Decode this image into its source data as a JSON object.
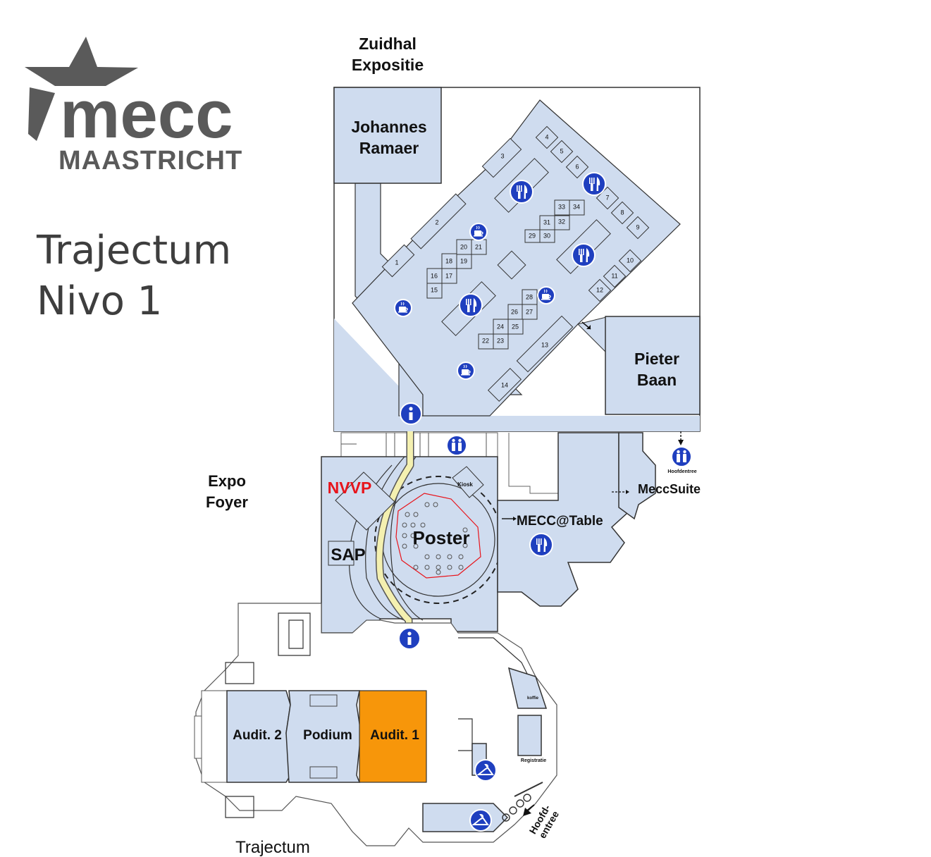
{
  "logo": {
    "brand": "mecc",
    "city": "MAASTRICHT"
  },
  "heading": {
    "line1": "Trajectum",
    "line2": "Nivo 1"
  },
  "areas": {
    "zuidhal": {
      "line1": "Zuidhal",
      "line2": "Expositie"
    },
    "johannes": {
      "line1": "Johannes",
      "line2": "Ramaer"
    },
    "pieter": {
      "line1": "Pieter",
      "line2": "Baan"
    },
    "expo_foyer": {
      "line1": "Expo",
      "line2": "Foyer"
    },
    "nvvp": "NVVP",
    "kiosk": "Kiosk",
    "sap": "SAP",
    "poster": "Poster",
    "mecc_table": "MECC@Table",
    "mecc_suite": "MeccSuite",
    "hoofdentree_small": "Hoofdentree",
    "audit2": "Audit. 2",
    "podium": "Podium",
    "audit1": "Audit. 1",
    "kofie": "koffie",
    "registratie": "Registratie",
    "hoofd_entree": {
      "line1": "Hoofd-",
      "line2": "entree"
    },
    "trajectum_bottom": "Trajectum"
  },
  "booths": [
    "1",
    "2",
    "3",
    "4",
    "5",
    "6",
    "7",
    "8",
    "9",
    "10",
    "11",
    "12",
    "13",
    "14",
    "15",
    "16",
    "17",
    "18",
    "19",
    "20",
    "21",
    "22",
    "23",
    "24",
    "25",
    "26",
    "27",
    "28",
    "29",
    "30",
    "31",
    "32",
    "33",
    "34"
  ],
  "colors": {
    "room": "#cfdcef",
    "highlight": "#f7960a",
    "nvvp": "#e8141b",
    "icon": "#1f3fbf",
    "route": "#f4f0b0",
    "logo": "#5a5a5a"
  },
  "icons": [
    "info-icon",
    "restaurant-icon",
    "coffee-icon",
    "restroom-icon",
    "cloakroom-icon"
  ]
}
